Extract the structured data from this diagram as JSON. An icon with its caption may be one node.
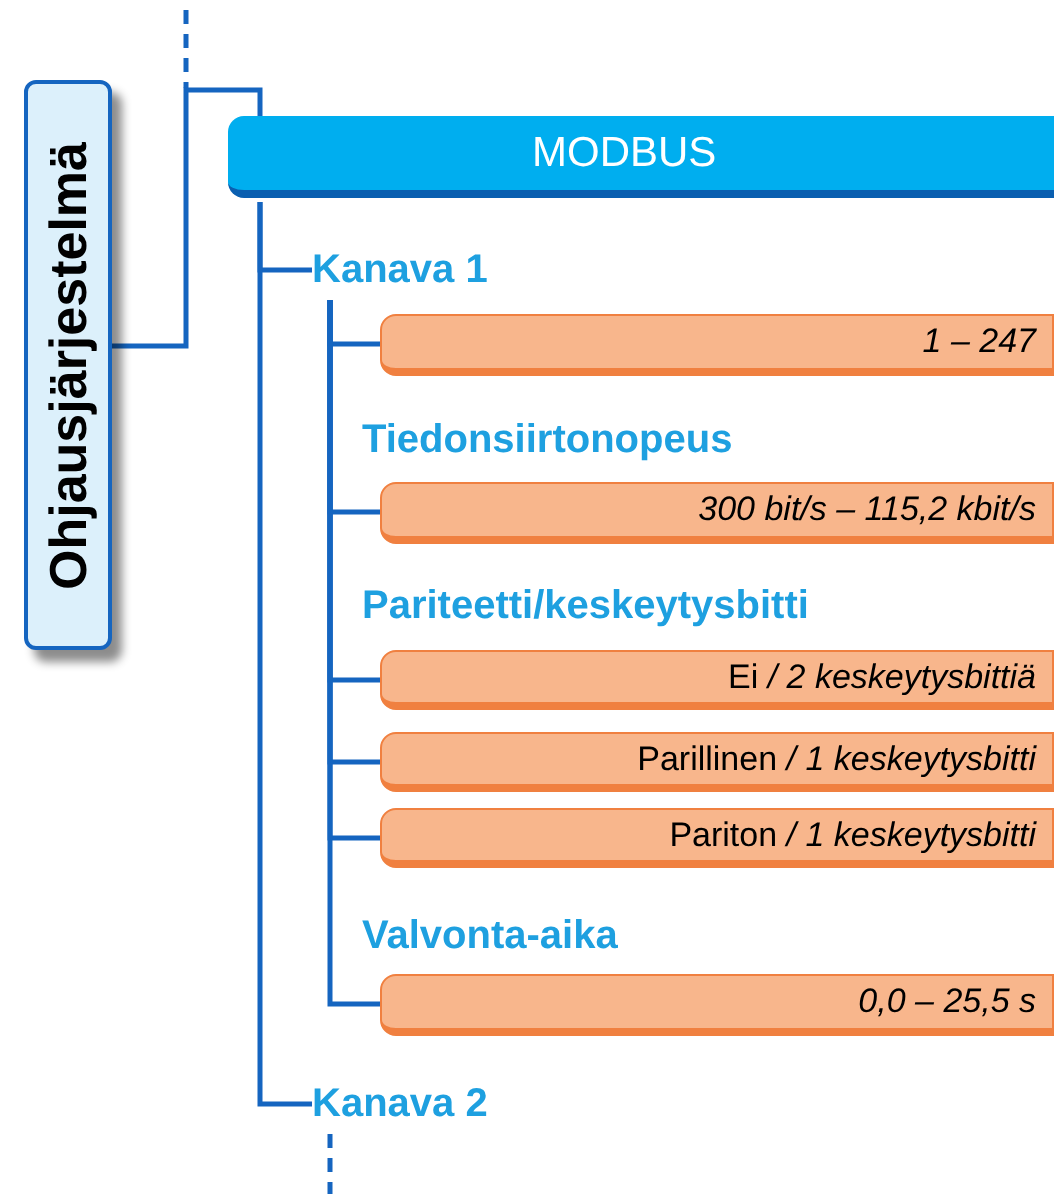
{
  "diagram": {
    "nodes": [
      {
        "text": [
          "Ohjausjärjestelmä"
        ]
      },
      {
        "text": [
          "MODBUS"
        ]
      },
      {
        "text": [
          "Kanava 1"
        ]
      },
      {
        "text": [
          "1 – 247"
        ]
      },
      {
        "text": [
          "300 bit/s – 115,2 kbit/s"
        ]
      },
      {
        "text": [
          "Ei */ 2 keskeytysbittiä*"
        ]
      },
      {
        "text": [
          "Parillinen */ 1 keskeytysbitti*"
        ]
      },
      {
        "text": [
          "Pariton */ 1 keskeytysbitti*"
        ]
      },
      {
        "text": [
          "0,0 – 25,5 s"
        ]
      },
      {
        "text": [
          "Kanava 2"
        ]
      }
    ],
    "edges": [
      {
        "from": 0,
        "to": 1,
        "arrow": "none"
      },
      {
        "from": 1,
        "to": 2,
        "arrow": "none"
      },
      {
        "from": 2,
        "to": 3,
        "arrow": "none"
      },
      {
        "from": 2,
        "to": 4,
        "arrow": "none"
      },
      {
        "from": 2,
        "to": 5,
        "arrow": "none"
      },
      {
        "from": 2,
        "to": 6,
        "arrow": "none"
      },
      {
        "from": 2,
        "to": 7,
        "arrow": "none"
      },
      {
        "from": 2,
        "to": 8,
        "arrow": "none"
      },
      {
        "from": 1,
        "to": 9,
        "arrow": "none"
      },
      {
        "from": 9,
        "to": null,
        "arrow": "none",
        "style": "dashed"
      }
    ],
    "labels": [
      "Tiedonsiirtonopeus",
      "Pariteetti/keskeytysbitti",
      "Valvonta-aika"
    ]
  }
}
